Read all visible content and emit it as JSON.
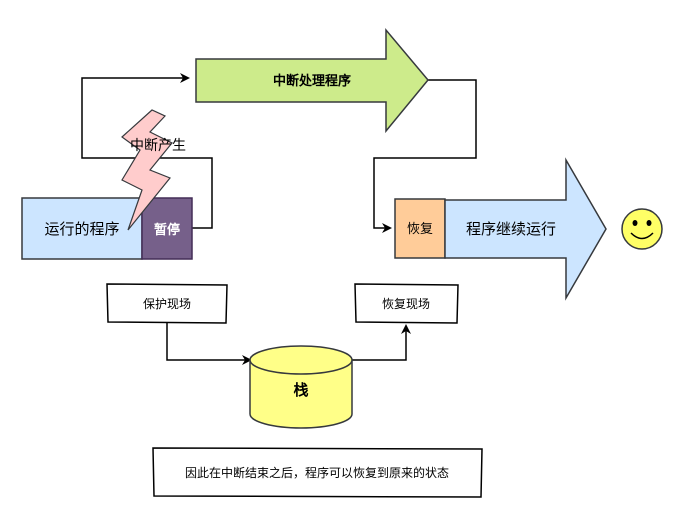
{
  "diagram": {
    "nodes": {
      "running_program": "运行的程序",
      "pause": "暂停",
      "interrupt_occurs": "中断产生",
      "interrupt_handler": "中断处理程序",
      "restore": "恢复",
      "program_continues": "程序继续运行",
      "save_context": "保护现场",
      "restore_context": "恢复现场",
      "stack": "栈",
      "conclusion": "因此在中断结束之后，程序可以恢复到原来的状态"
    },
    "colors": {
      "running_program_fill": "#cce5ff",
      "pause_fill": "#76608a",
      "handler_arrow_fill": "#cdeb8b",
      "restore_fill": "#ffcc99",
      "continue_arrow_fill": "#cce5ff",
      "stack_fill": "#ffff88",
      "lightning_fill": "#ffcccc",
      "smiley_fill": "#ffff66",
      "stroke": "#000000"
    },
    "icons": [
      "lightning-bolt-icon",
      "smiley-face-icon"
    ]
  }
}
